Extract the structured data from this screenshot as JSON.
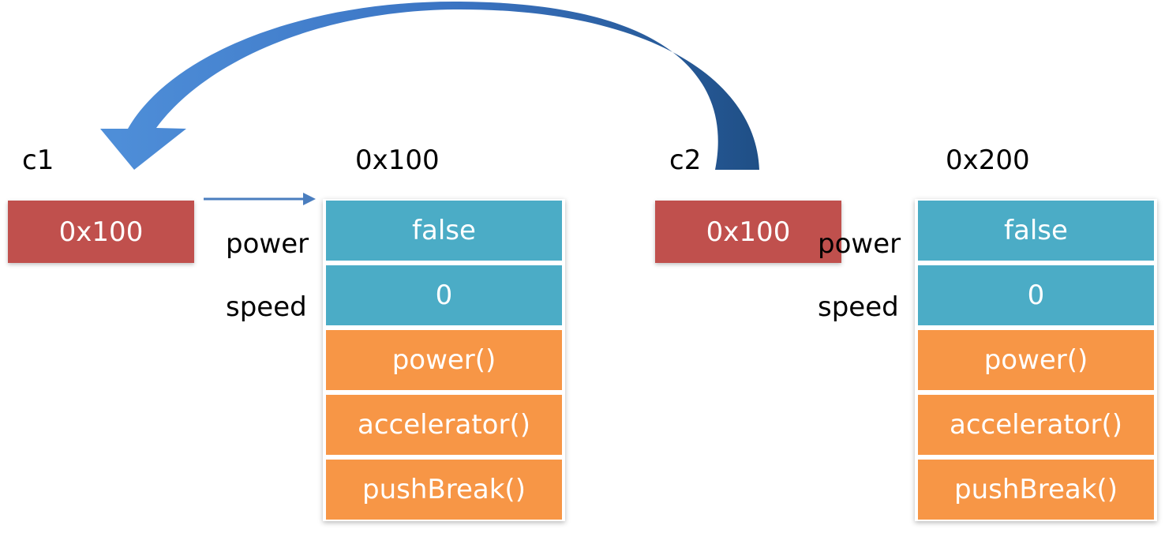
{
  "variables": [
    {
      "name": "c1",
      "value": "0x100"
    },
    {
      "name": "c2",
      "value": "0x100"
    }
  ],
  "objects": [
    {
      "address": "0x100",
      "fields": [
        {
          "name": "power",
          "value": "false"
        },
        {
          "name": "speed",
          "value": "0"
        }
      ],
      "methods": [
        "power()",
        "accelerator()",
        "pushBreak()"
      ]
    },
    {
      "address": "0x200",
      "fields": [
        {
          "name": "power",
          "value": "false"
        },
        {
          "name": "speed",
          "value": "0"
        }
      ],
      "methods": [
        "power()",
        "accelerator()",
        "pushBreak()"
      ]
    }
  ],
  "colors": {
    "reference": "#c0504d",
    "field": "#4bacc6",
    "method": "#f79646",
    "arrow": "#2e5e9e"
  }
}
